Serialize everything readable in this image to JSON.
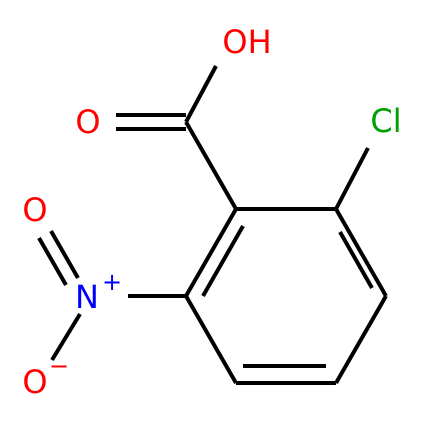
{
  "molecule": {
    "atom_labels": {
      "hydroxyl": "OH",
      "carbonyl_oxygen": "O",
      "chlorine": "Cl",
      "nitro_oxygen_double": "O",
      "nitro_nitrogen": "N",
      "nitro_nitrogen_charge": "+",
      "nitro_oxygen_single": "O",
      "nitro_oxygen_single_charge": "−"
    },
    "colors": {
      "bond": "#000000",
      "oxygen": "#ff0000",
      "nitrogen": "#0000ff",
      "chlorine": "#00a000"
    }
  }
}
